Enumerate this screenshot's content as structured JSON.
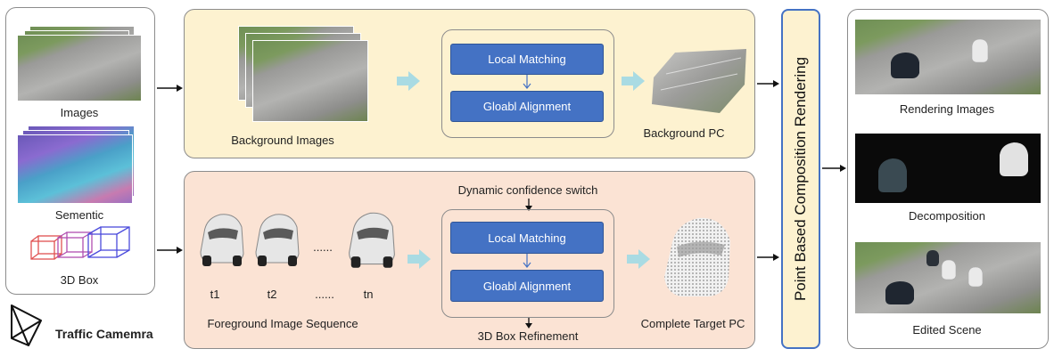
{
  "input": {
    "images_label": "Images",
    "semantic_label": "Sementic",
    "box_label": "3D Box"
  },
  "camera": {
    "label": "Traffic Camemra",
    "icon": "camera-frustum-icon"
  },
  "background": {
    "images_label": "Background Images",
    "local_matching": "Local Matching",
    "global_alignment": "Gloabl Alignment",
    "pc_label": "Background PC"
  },
  "foreground": {
    "t1": "t1",
    "t2": "t2",
    "dots_top": "......",
    "dots_bottom": "......",
    "tn": "tn",
    "sequence_label": "Foreground Image Sequence",
    "dynamic_switch": "Dynamic confidence switch",
    "local_matching": "Local Matching",
    "global_alignment": "Gloabl Alignment",
    "refinement": "3D Box Refinement",
    "pc_label": "Complete Target PC"
  },
  "rendering": {
    "label": "Point Based Composition Rendering"
  },
  "output": {
    "rendering_images": "Rendering Images",
    "decomposition": "Decomposition",
    "edited_scene": "Edited Scene"
  },
  "colors": {
    "background_panel": "#fdf2d0",
    "foreground_panel": "#fbe3d4",
    "rendering_border": "#4472c4",
    "block_fill": "#4472c4",
    "flow_arrow": "#a9dbe3"
  }
}
